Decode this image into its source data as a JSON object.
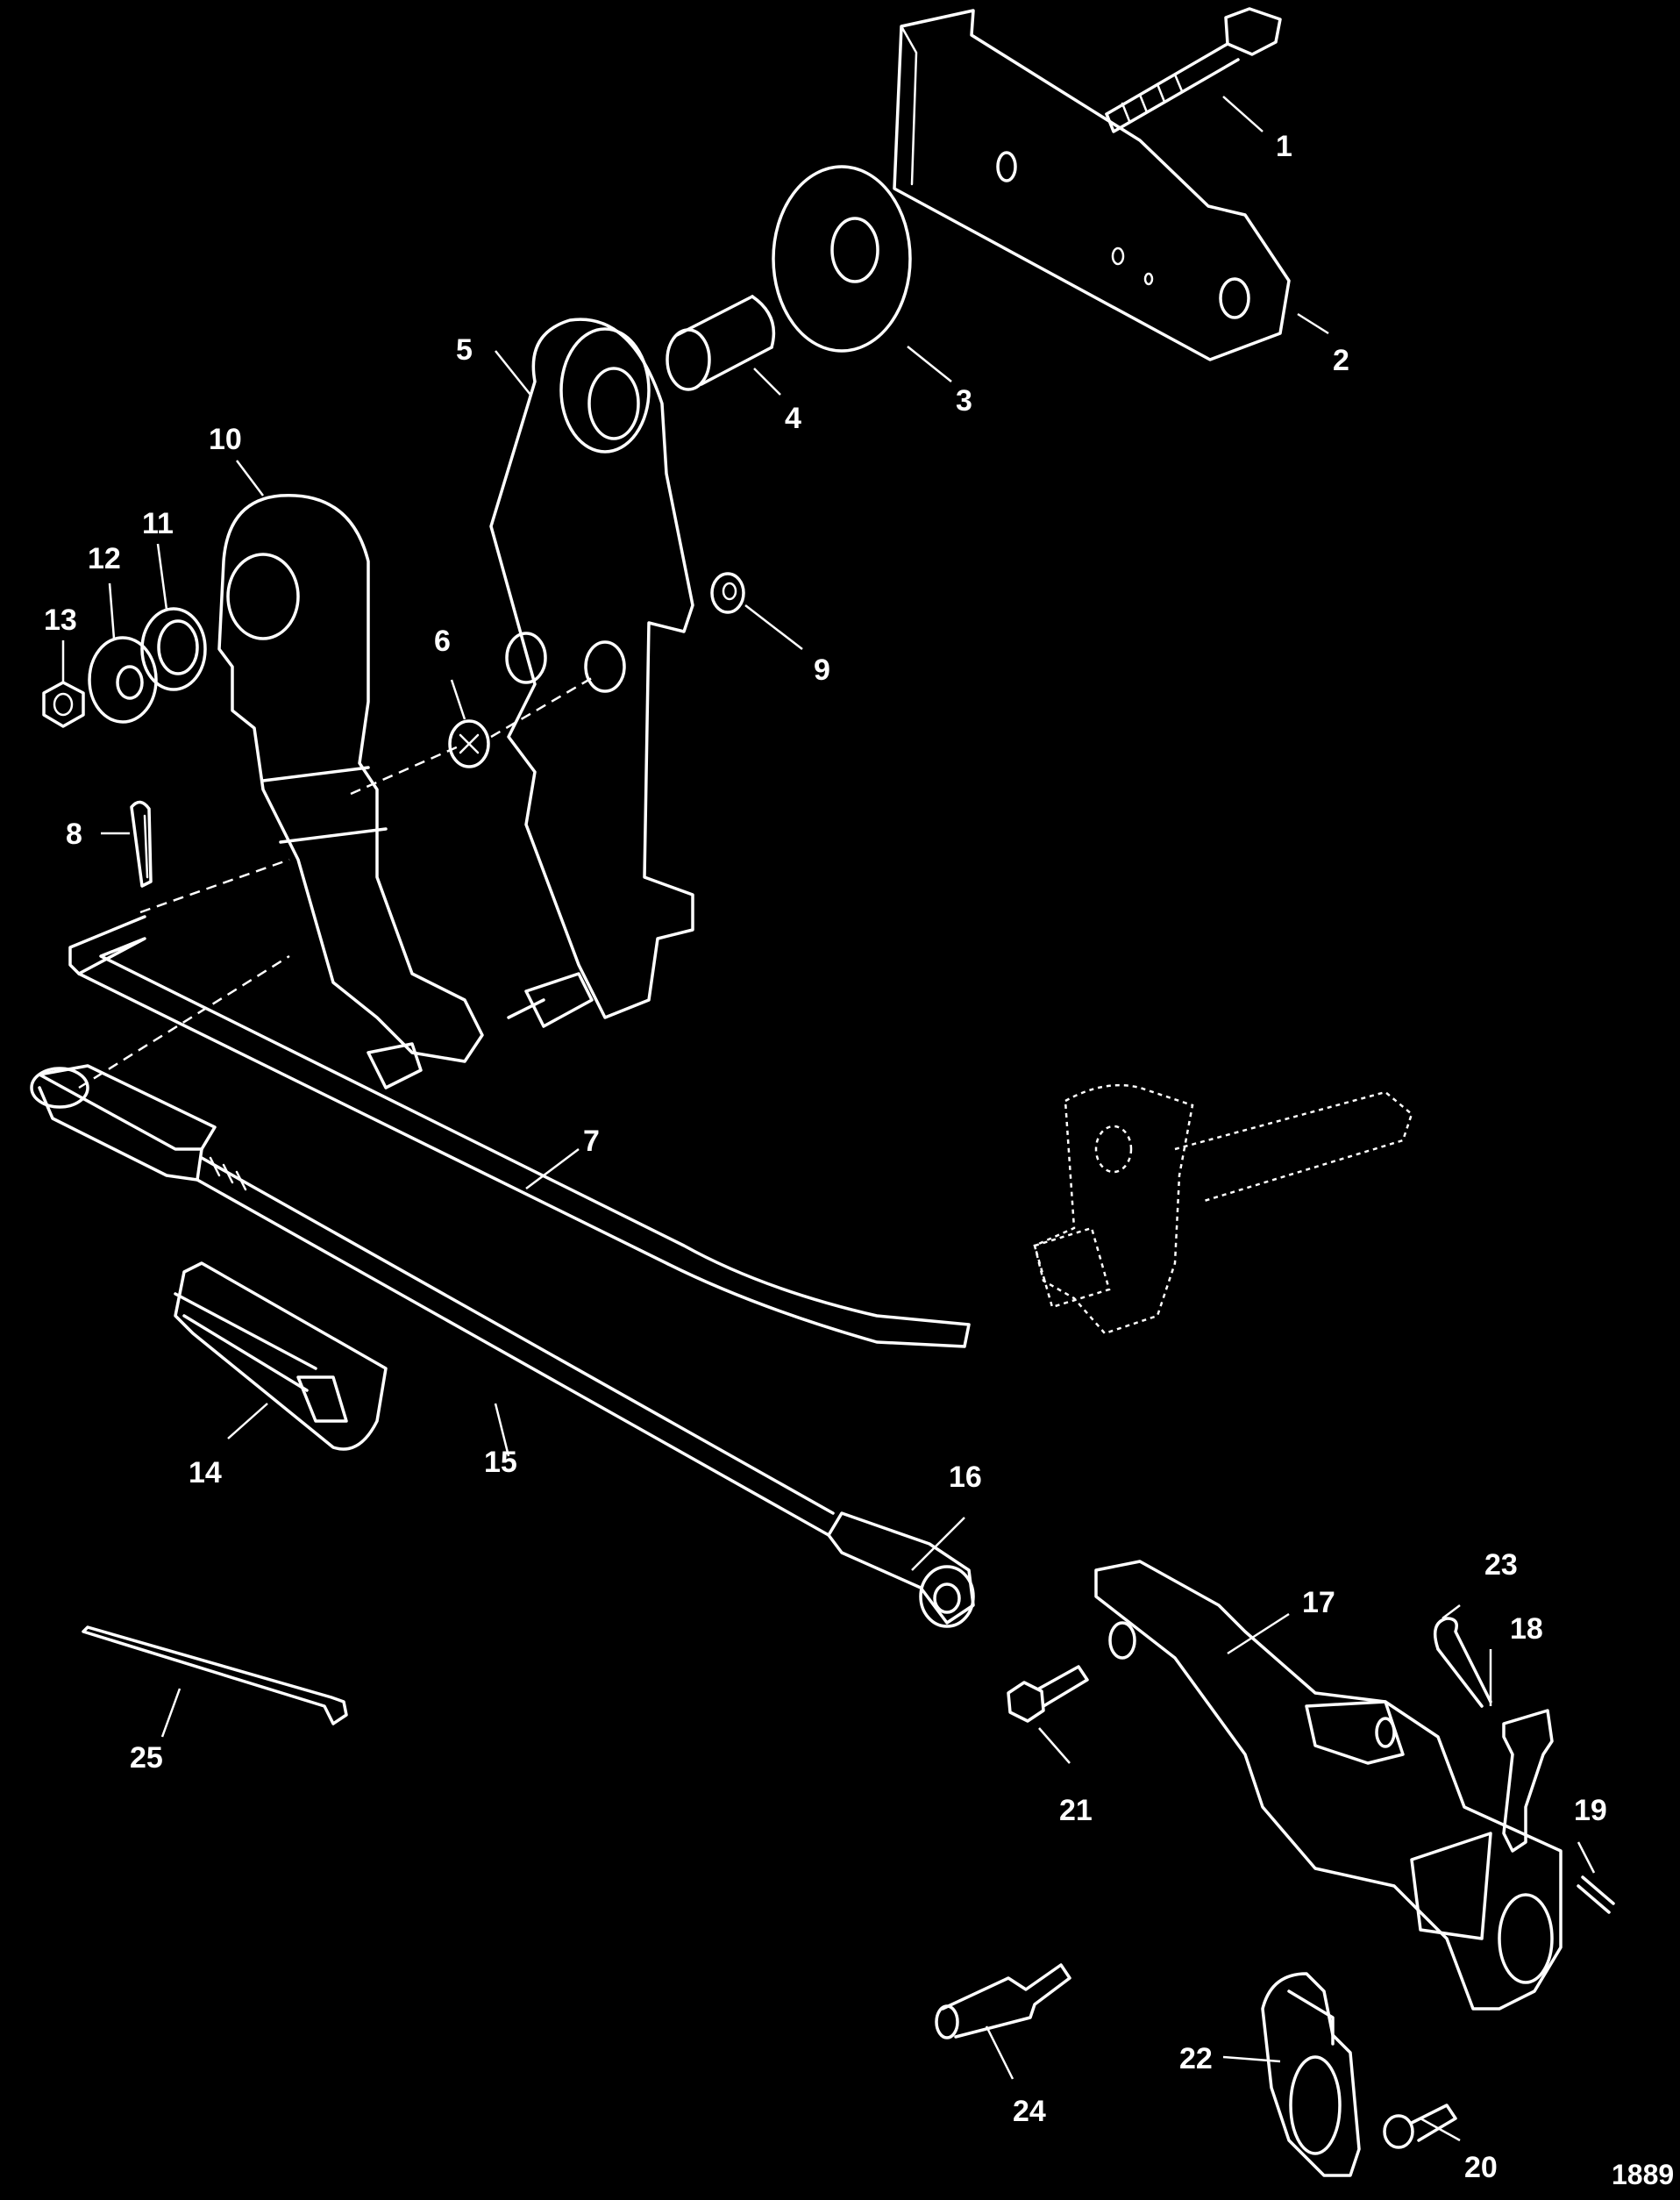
{
  "callouts": {
    "c1": "1",
    "c2": "2",
    "c3": "3",
    "c4": "4",
    "c5": "5",
    "c6": "6",
    "c7": "7",
    "c8": "8",
    "c9": "9",
    "c10": "10",
    "c11": "11",
    "c12": "12",
    "c13": "13",
    "c14": "14",
    "c15": "15",
    "c16": "16",
    "c17": "17",
    "c18": "18",
    "c19": "19",
    "c20": "20",
    "c21": "21",
    "c22": "22",
    "c23": "23",
    "c24": "24",
    "c25": "25"
  },
  "drawing_code": "1889",
  "colors": {
    "background": "#000000",
    "line": "#ffffff"
  }
}
